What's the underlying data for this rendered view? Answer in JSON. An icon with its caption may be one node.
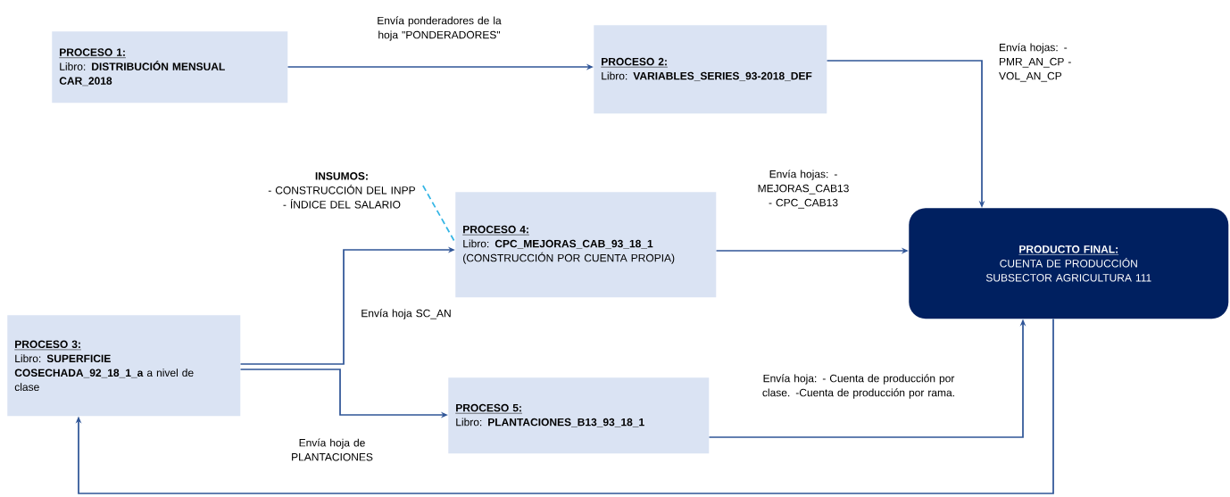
{
  "diagram": {
    "nodes": [
      {
        "text": [
          "PROCESO 1:",
          "Libro: **DISTRIBUCIÓN MENSUAL CAR_2018**"
        ]
      },
      {
        "text": [
          "PROCESO 2:",
          "Libro: **VARIABLES_SERIES_93-2018_DEF**"
        ]
      },
      {
        "text": [
          "INSUMOS:",
          "- CONSTRUCCIÓN DEL INPP",
          "- ÍNDICE DEL SALARIO"
        ]
      },
      {
        "text": [
          "PROCESO 4:",
          "Libro: **CPC_MEJORAS_CAB_93_18_1** (CONSTRUCCIÓN POR CUENTA PROPIA)"
        ]
      },
      {
        "text": [
          "PRODUCTO FINAL:",
          "CUENTA DE PRODUCCIÓN SUBSECTOR AGRICULTURA 111"
        ]
      },
      {
        "text": [
          "PROCESO 3:",
          "Libro: **SUPERFICIE COSECHADA_92_18_1_a** a nivel de clase"
        ]
      },
      {
        "text": [
          "PROCESO 5:",
          "Libro: **PLANTACIONES_B13_93_18_1**"
        ]
      }
    ],
    "edges": [
      {
        "from": 0,
        "to": 1,
        "arrow": "to",
        "label": "Envía ponderadores de la hoja \"PONDERADORES\""
      },
      {
        "from": 1,
        "to": 4,
        "arrow": "to",
        "label": "Envía hojas: - PMR_AN_CP -VOL_AN_CP"
      },
      {
        "from": 3,
        "to": 4,
        "arrow": "to",
        "label": "Envía hojas: - MEJORAS_CAB13 - CPC_CAB13"
      },
      {
        "from": 5,
        "to": 3,
        "arrow": "to",
        "label": "Envía hoja SC_AN"
      },
      {
        "from": 5,
        "to": 6,
        "arrow": "to",
        "label": "Envía hoja de PLANTACIONES"
      },
      {
        "from": 6,
        "to": 4,
        "arrow": "to",
        "label": "Envía hoja: - Cuenta de producción por clase. -Cuenta de producción por rama."
      },
      {
        "from": 4,
        "to": 5,
        "arrow": "to"
      },
      {
        "from": 2,
        "to": 3,
        "arrow": "none",
        "style": "dashed",
        "color": "#33b5e5"
      }
    ]
  }
}
